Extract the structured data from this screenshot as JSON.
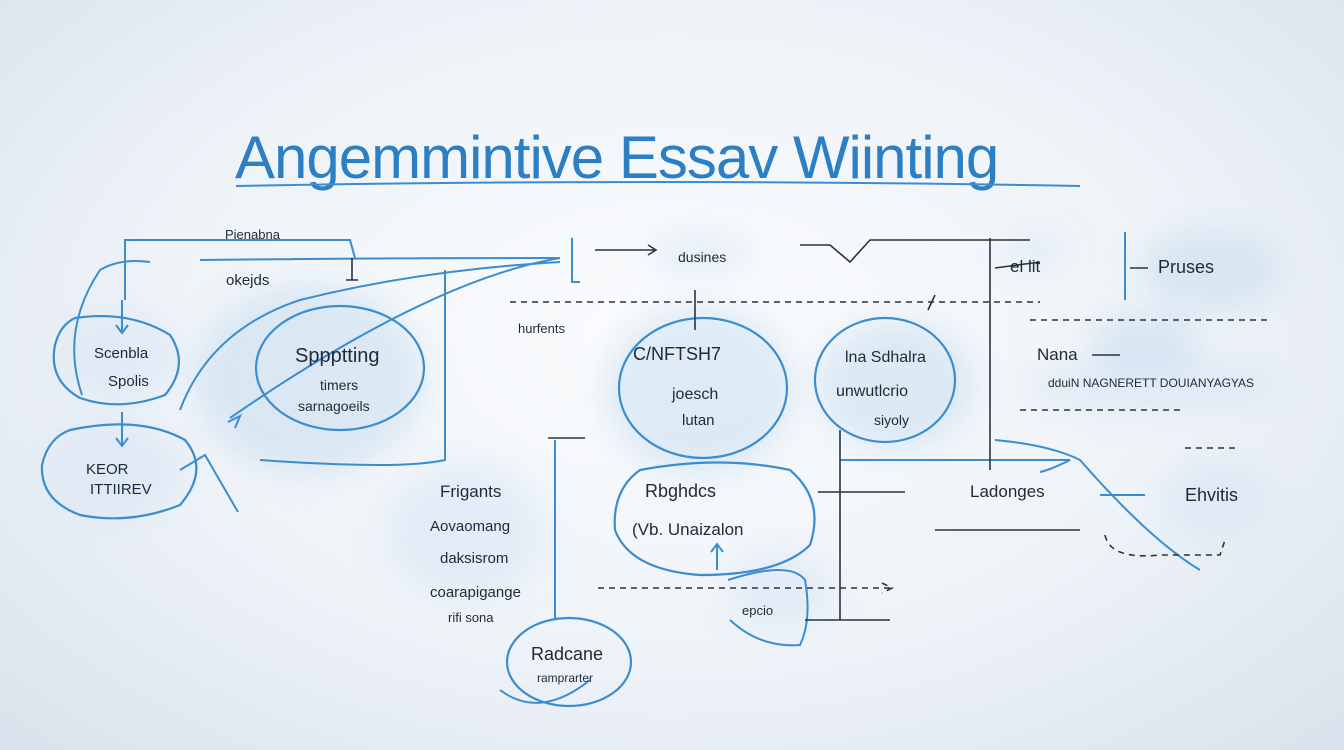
{
  "title": "Angemmintive Essav Wiinting",
  "labels": {
    "top_small": "Pienabna",
    "okejds": "okejds",
    "left_node": "Scenbla",
    "left_node_sub": "Spolis",
    "keor": "KEOR",
    "keor_sub": "ITTIIREV",
    "sppptting": "Sppptting",
    "timers": "timers",
    "sarnagoeils": "sarnagoeils",
    "frigants": "Frigants",
    "aovaomang": "Aovaomang",
    "daksisrom": "daksisrom",
    "coarapigange": "coarapigange",
    "rifi_sona": "rifi sona",
    "radcane": "Radcane",
    "radcane_sub": "ramprarter",
    "dusines": "dusines",
    "hurfents": "hurfents",
    "cardesh": "C/NFTSH7",
    "joesch": "joesch",
    "lutan": "lutan",
    "rbghdcs": "Rbghdcs",
    "unaizalon": "(Vb. Unaizalon",
    "epcio": "epcio",
    "lna_sdhalra": "lna Sdhalra",
    "urwutlcrio": "unwutlcrio",
    "siyoly": "siyoly",
    "elit": "el lit",
    "pruses": "Pruses",
    "nana": "Nana",
    "long_row": "dduiN NAGNERETT DOUIANYAGYAS",
    "ladonges": "Ladonges",
    "ehvitis": "Ehvitis"
  },
  "colors": {
    "accent": "#3b8dd0",
    "title": "#2d7fc4",
    "ink": "#1e2a38"
  }
}
